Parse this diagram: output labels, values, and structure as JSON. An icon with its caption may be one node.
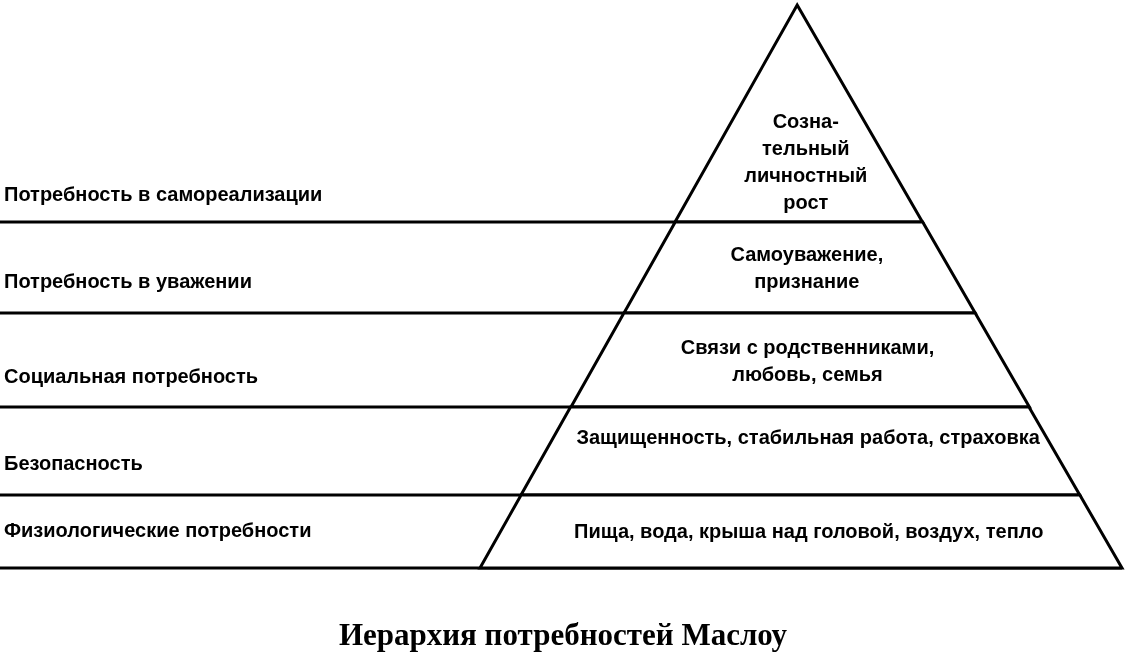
{
  "diagram": {
    "caption": "Иерархия потребностей Маслоу",
    "nodes": [
      {
        "text": [
          "Созна- тельный личностный рост"
        ]
      },
      {
        "text": [
          "Самоуважение, признание"
        ]
      },
      {
        "text": [
          "Связи с родственниками, любовь, семья"
        ]
      },
      {
        "text": [
          "Защищенность, стабильная работа, страховка"
        ]
      },
      {
        "text": [
          "Пища, вода, крыша над головой, воздух, тепло"
        ]
      }
    ],
    "labels": [
      "Потребность в самореализации",
      "Потребность в уважении",
      "Социальная потребность",
      "Безопасность",
      "Физиологические потребности"
    ]
  }
}
